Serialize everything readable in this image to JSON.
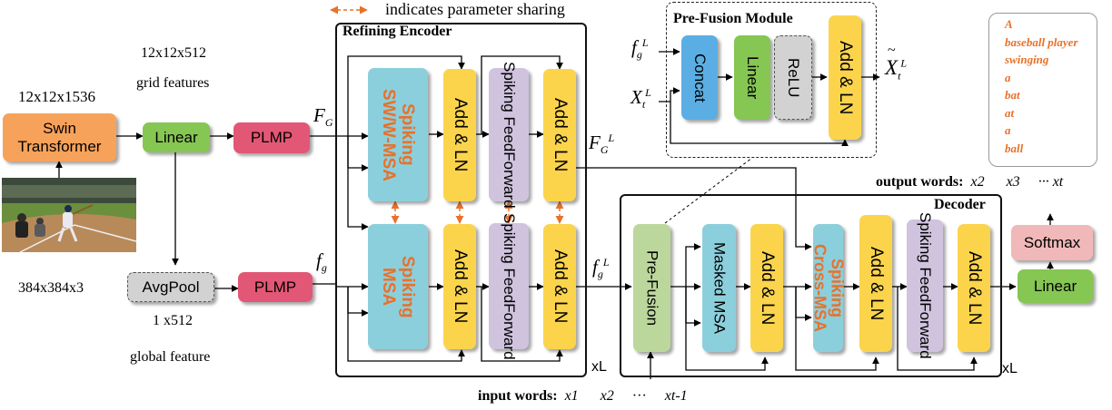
{
  "legend": {
    "text": "indicates parameter sharing"
  },
  "inputs": {
    "swin_dims": "12x12x1536",
    "grid_dims": "12x12x512",
    "grid_label": "grid features",
    "image_dims": "384x384x3",
    "global_dims": "1 x512",
    "global_label": "global feature"
  },
  "blocks": {
    "swin": "Swin Transformer",
    "linear": "Linear",
    "plmp": "PLMP",
    "avgpool": "AvgPool",
    "spiking": "Spiking",
    "sw_msa": "SW/W-MSA",
    "msa": "MSA",
    "add_ln": "Add & LN",
    "ffn": "Spiking FeedForward",
    "concat": "Concat",
    "relu": "ReLU",
    "prefusion": "Pre-Fusion",
    "masked_msa": "Masked MSA",
    "cross_msa": "Cross-MSA",
    "softmax": "Softmax"
  },
  "sections": {
    "refining_encoder": "Refining Encoder",
    "prefusion_module": "Pre-Fusion Module",
    "decoder": "Decoder",
    "repeat": "xL"
  },
  "symbols": {
    "F": "F",
    "F_sub": "G",
    "f": "f",
    "f_sub": "g",
    "L": "L",
    "X": "X",
    "X_sub": "t"
  },
  "words": {
    "output_label": "output words:",
    "output_seq": [
      "x2",
      "x3",
      "··· xt"
    ],
    "input_label": "input words:",
    "input_seq": [
      "x1",
      "x2",
      "···",
      "xt-1"
    ]
  },
  "caption": [
    "A",
    "baseball player",
    "swinging",
    "a",
    "bat",
    "at",
    "a",
    "ball"
  ],
  "colors": {
    "orange": "#f7a25a",
    "green": "#86c652",
    "pink": "#e25775",
    "gray": "#d2d2d2",
    "teal": "#8ccfdc",
    "yellow": "#fbd44c",
    "purple": "#cfc3de",
    "blue": "#5aaee4",
    "sage": "#bcd79c",
    "rose": "#f0b8b8",
    "accent": "#e8712b"
  }
}
